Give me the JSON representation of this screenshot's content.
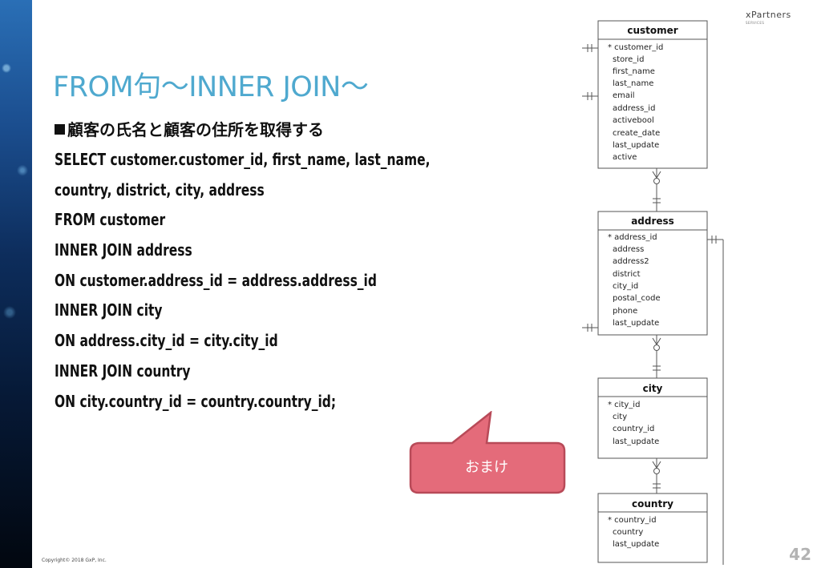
{
  "brand": {
    "name": "xPartners",
    "sub": "SERVICES"
  },
  "slide": {
    "title": "FROM句～INNER JOIN～",
    "subtitle": "顧客の氏名と顧客の住所を取得する",
    "code_lines": [
      "SELECT customer.customer_id, first_name, last_name,",
      "country, district, city, address",
      "FROM customer",
      "INNER JOIN address",
      "ON customer.address_id = address.address_id",
      "INNER JOIN city",
      "ON address.city_id = city.city_id",
      "INNER JOIN country",
      "ON city.country_id = country.country_id;"
    ],
    "callout": "おまけ",
    "page_number": "42",
    "copyright": "Copyright© 2018 GxP, Inc."
  },
  "erd": {
    "tables": [
      {
        "name": "customer",
        "columns": [
          "* customer_id",
          "store_id",
          "first_name",
          "last_name",
          "email",
          "address_id",
          "activebool",
          "create_date",
          "last_update",
          "active"
        ]
      },
      {
        "name": "address",
        "columns": [
          "* address_id",
          "address",
          "address2",
          "district",
          "city_id",
          "postal_code",
          "phone",
          "last_update"
        ]
      },
      {
        "name": "city",
        "columns": [
          "* city_id",
          "city",
          "country_id",
          "last_update"
        ]
      },
      {
        "name": "country",
        "columns": [
          "* country_id",
          "country",
          "last_update"
        ]
      }
    ]
  },
  "colors": {
    "title": "#4fa9cf",
    "callout_fill": "#e46b7a",
    "callout_border": "#b84a58",
    "page_number": "#b3b3b3"
  }
}
